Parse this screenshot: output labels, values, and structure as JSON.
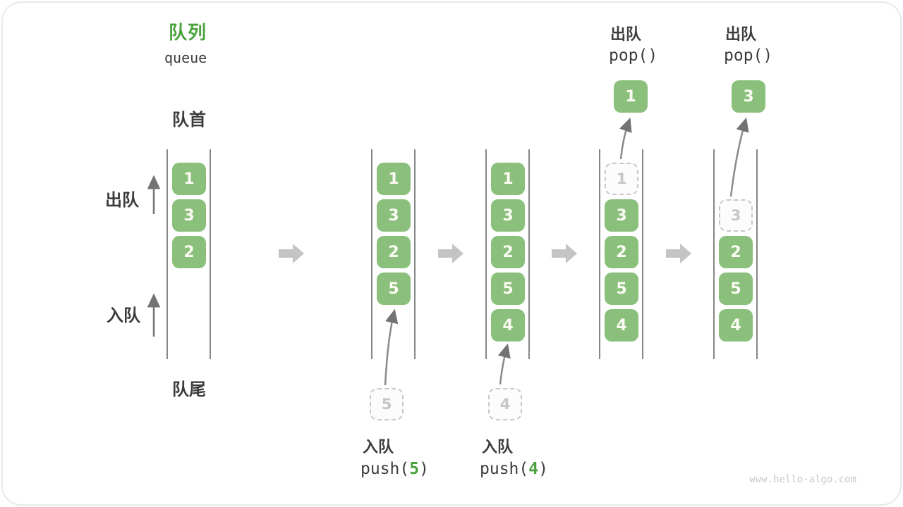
{
  "title": {
    "zh": "队列",
    "en": "queue"
  },
  "side_labels": {
    "front": "队首",
    "rear": "队尾",
    "dequeue": "出队",
    "enqueue": "入队"
  },
  "watermark": "www.hello-algo.com",
  "colors": {
    "box_green": "#8bc07c",
    "accent_green": "#4aa23c",
    "text_dark": "#3c3c3c",
    "flow_arrow_gray": "#c4c4c4",
    "column_line_gray": "#868686",
    "dashed_gray": "#c8c8c8"
  },
  "states": [
    {
      "slots": [
        {
          "value": "1"
        },
        {
          "value": "3"
        },
        {
          "value": "2"
        }
      ]
    },
    {
      "slots": [
        {
          "value": "1"
        },
        {
          "value": "3"
        },
        {
          "value": "2"
        },
        {
          "value": "5"
        }
      ],
      "pending": {
        "value": "5"
      },
      "op": {
        "label": "入队",
        "prefix": "push(",
        "arg": "5",
        "suffix": ")"
      }
    },
    {
      "slots": [
        {
          "value": "1"
        },
        {
          "value": "3"
        },
        {
          "value": "2"
        },
        {
          "value": "5"
        },
        {
          "value": "4"
        }
      ],
      "pending": {
        "value": "4"
      },
      "op": {
        "label": "入队",
        "prefix": "push(",
        "arg": "4",
        "suffix": ")"
      }
    },
    {
      "ghost": {
        "value": "1"
      },
      "slots": [
        {
          "value": "3"
        },
        {
          "value": "2"
        },
        {
          "value": "5"
        },
        {
          "value": "4"
        }
      ],
      "popped": {
        "value": "1"
      },
      "op": {
        "label": "出队",
        "code": "pop()"
      }
    },
    {
      "ghost": {
        "value": "3"
      },
      "slots": [
        {
          "value": "2"
        },
        {
          "value": "5"
        },
        {
          "value": "4"
        }
      ],
      "popped": {
        "value": "3"
      },
      "op": {
        "label": "出队",
        "code": "pop()"
      }
    }
  ]
}
